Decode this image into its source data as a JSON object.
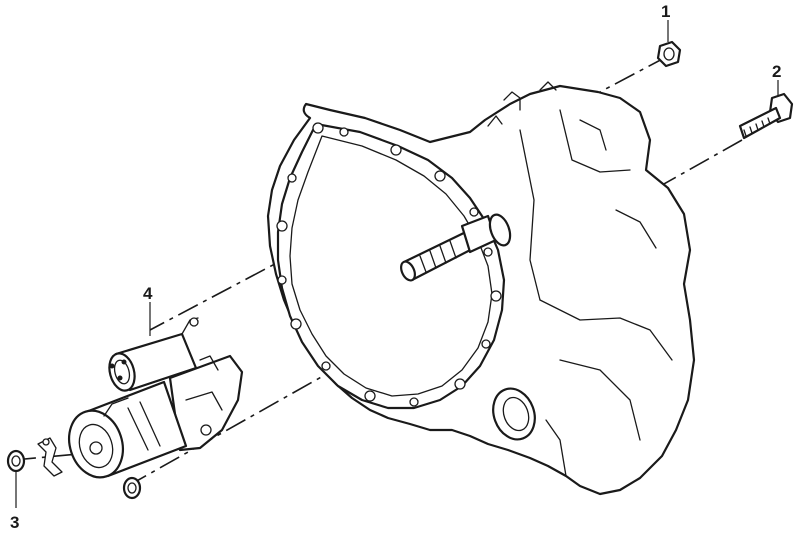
{
  "callouts": [
    {
      "id": "nut",
      "label": "1"
    },
    {
      "id": "bolt",
      "label": "2"
    },
    {
      "id": "nut-small",
      "label": "3"
    },
    {
      "id": "starter",
      "label": "4"
    }
  ]
}
